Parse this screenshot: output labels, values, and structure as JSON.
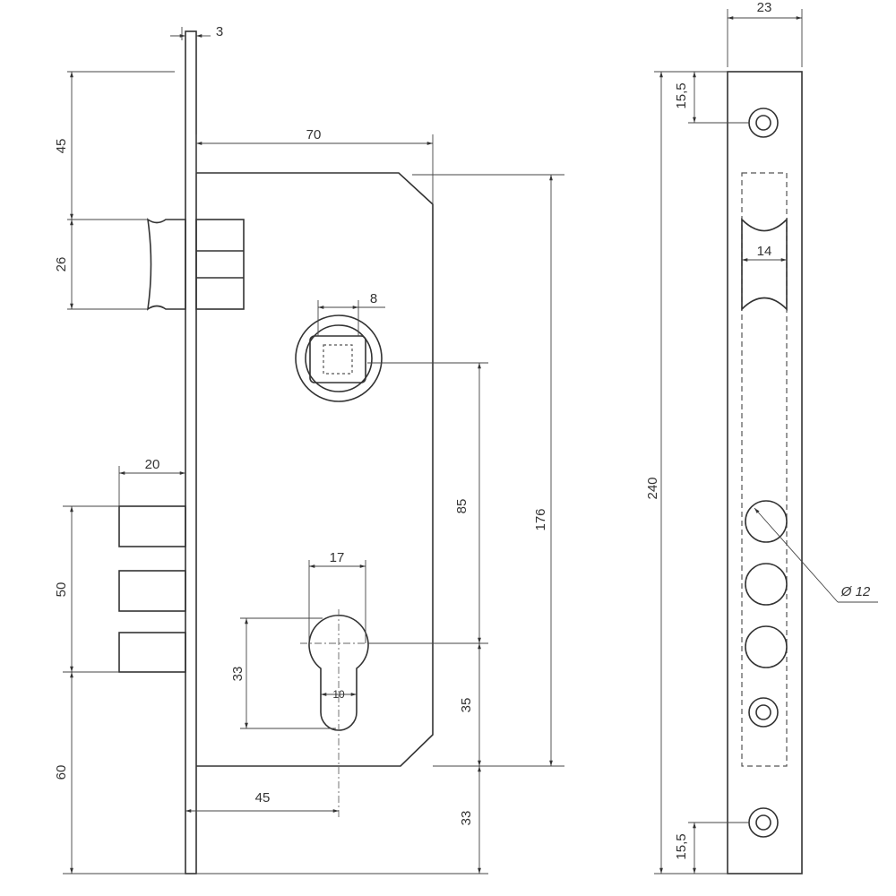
{
  "drawing": {
    "dimensions": {
      "faceplate_thickness": "3",
      "bolt_top_offset": "45",
      "latch_height": "26",
      "backset": "70",
      "spindle_square": "8",
      "deadbolt_projection": "20",
      "deadbolt_height": "50",
      "bottom_offset": "60",
      "case_height": "176",
      "spindle_to_cylinder": "85",
      "cylinder_width": "17",
      "cylinder_height": "33",
      "cylinder_stem": "10",
      "cylinder_to_bottom": "35",
      "case_bottom_to_end": "33",
      "cylinder_backset": "45",
      "faceplate_width": "23",
      "screw_top_offset": "15,5",
      "slot_width": "14",
      "faceplate_length": "240",
      "hole_diameter": "Ø 12",
      "screw_bottom_offset": "15,5"
    }
  }
}
